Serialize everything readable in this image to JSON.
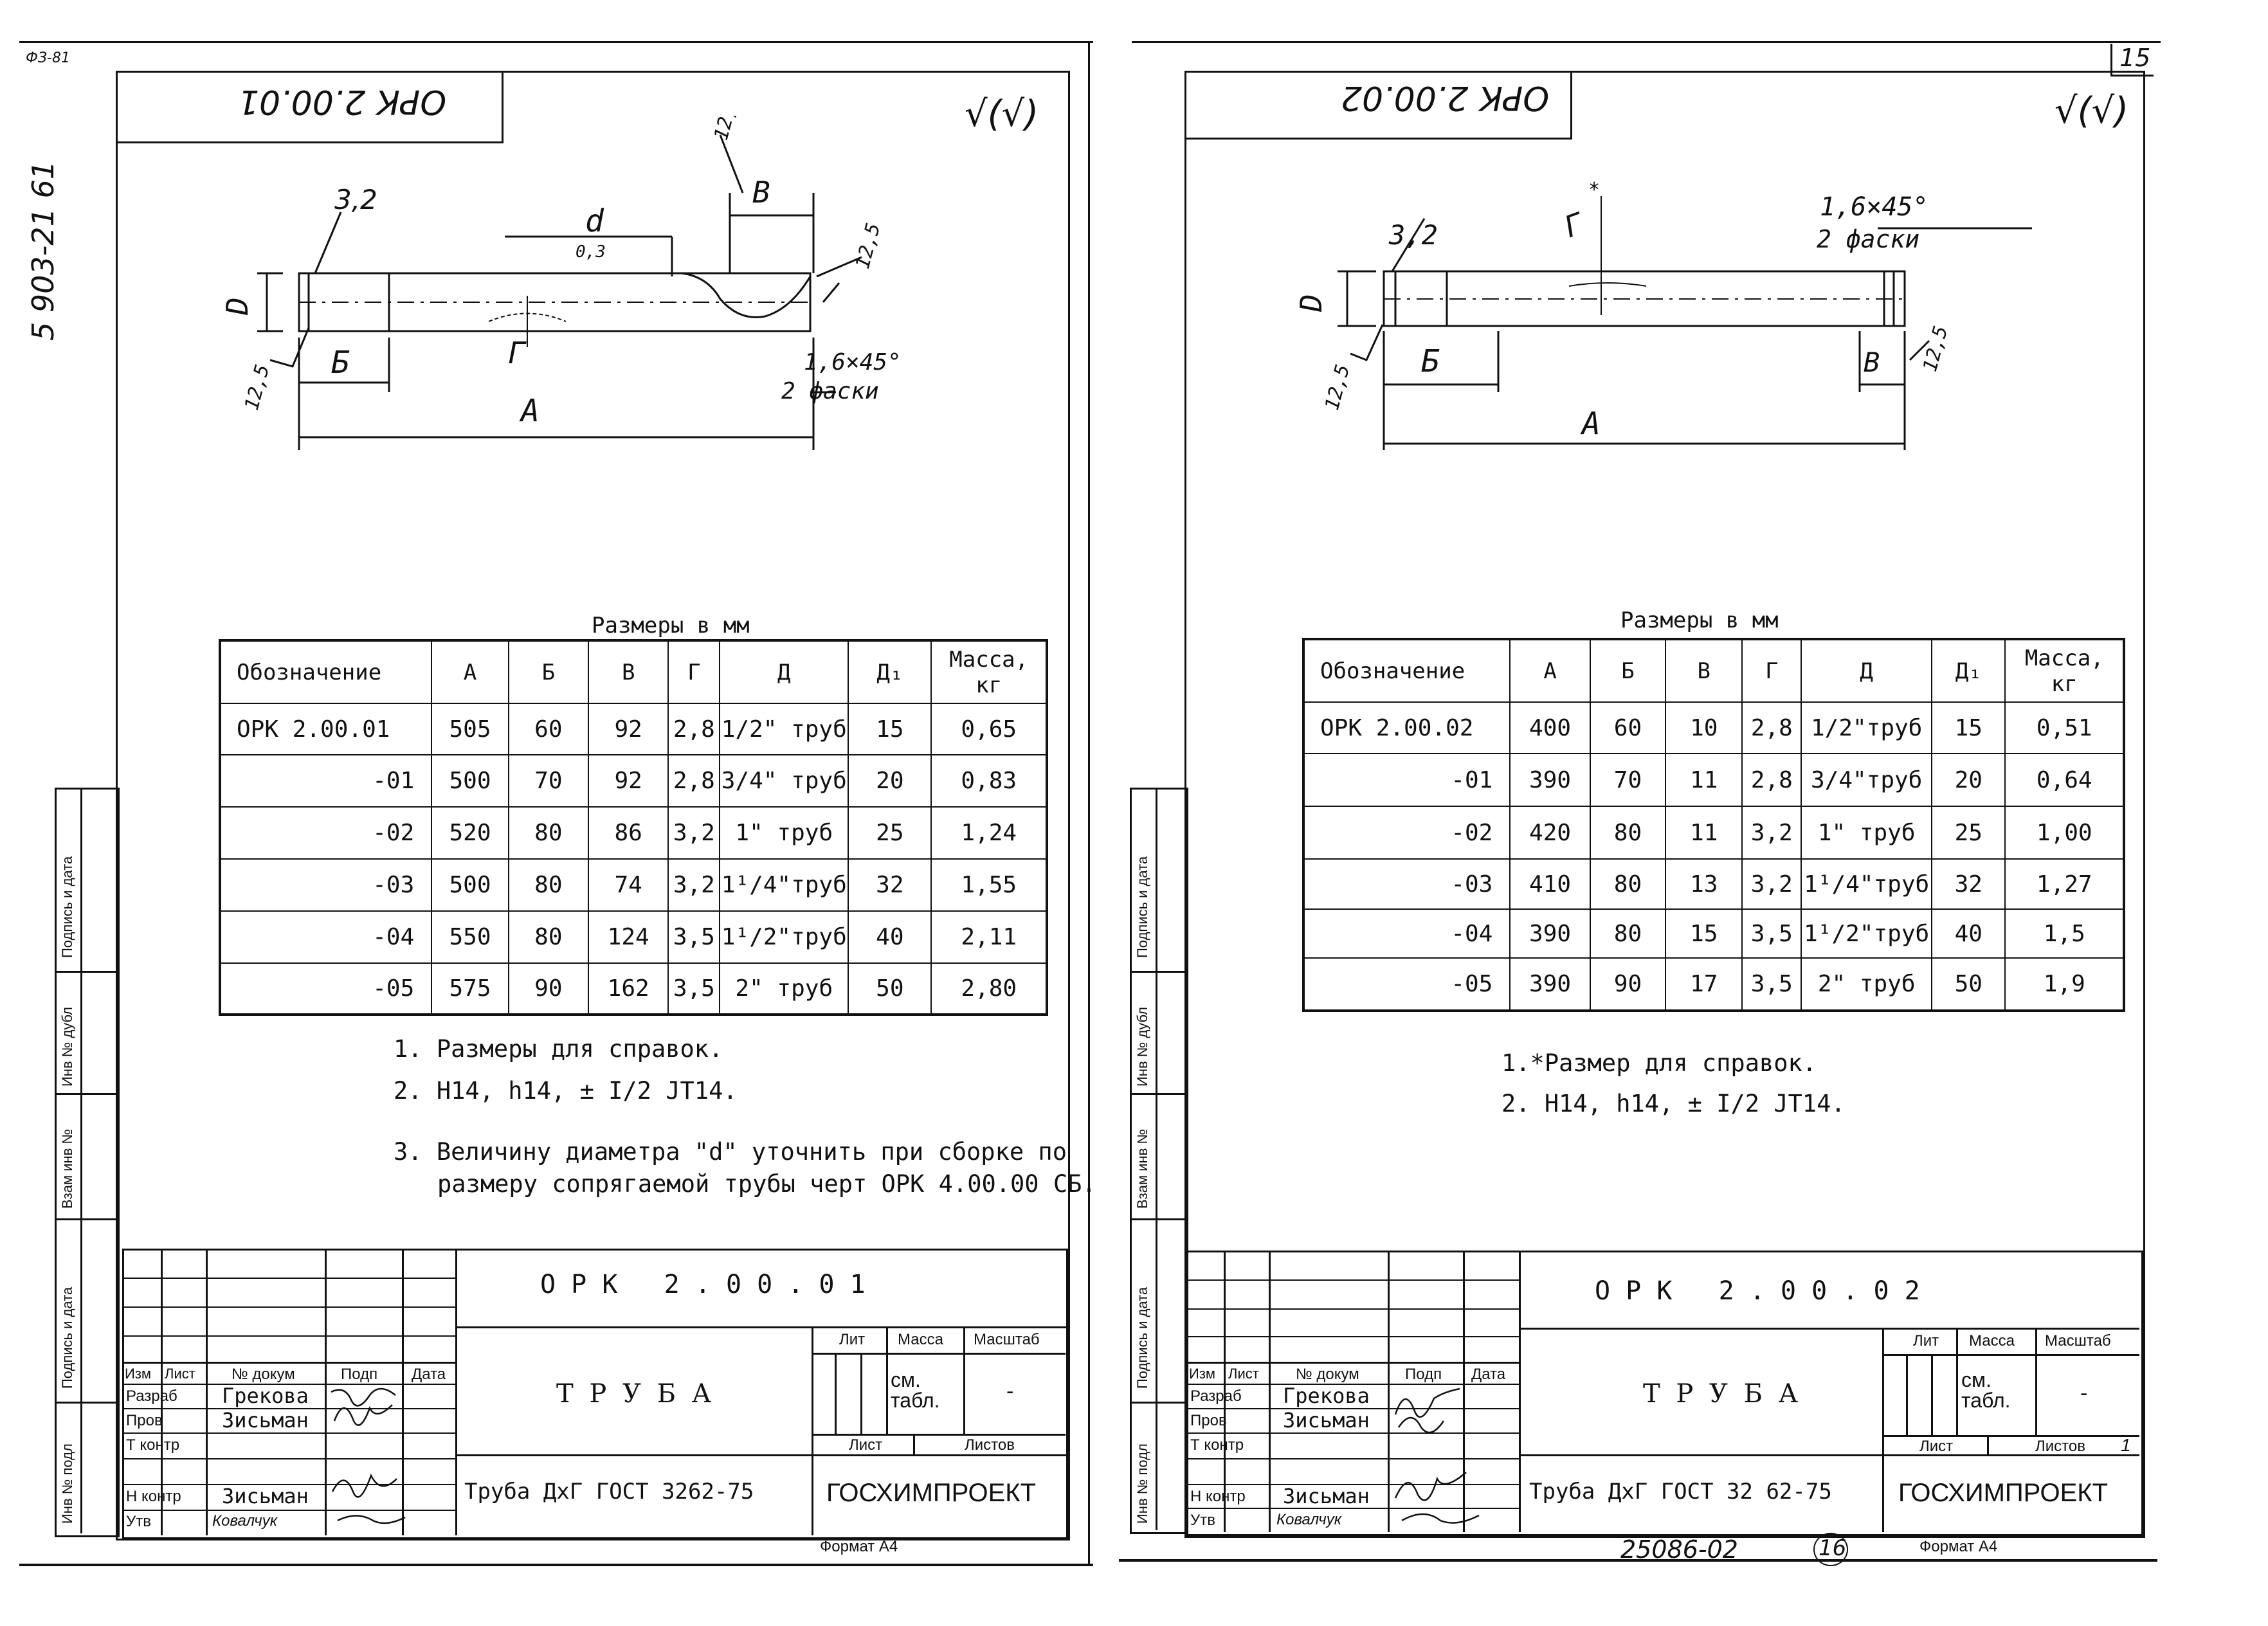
{
  "margin_left": {
    "code": "ФЗ-81",
    "series": "5 903-21 61"
  },
  "sheet_number": "15",
  "bottom_stamp": "25086-02",
  "bottom_stamp_circled": "16",
  "stamp_labels": [
    "Инв № подл",
    "Подпись и дата",
    "Взам инв №",
    "Инв № дубл",
    "Подпись и дата"
  ],
  "sheets": [
    {
      "upside_code": "ОРК 2.00.01",
      "roughness_mark": "√(√)",
      "drawing": {
        "r1": "3,2",
        "d": "d",
        "d_sub": "0,3",
        "b_upper": "В",
        "ra_top": "12,5",
        "ra_side": "12,5",
        "D": "D",
        "ra_left": "12,5",
        "b_lower": "Б",
        "g": "Г",
        "a": "А",
        "chamfer": "1,6×45°",
        "chamfer_note": "2 фаски"
      },
      "units": "Размеры в мм",
      "table": {
        "headers": [
          "Обозначение",
          "А",
          "Б",
          "В",
          "Г",
          "Д",
          "Д₁",
          "Масса, кг"
        ],
        "rows": [
          [
            "ОРК 2.00.01",
            "505",
            "60",
            "92",
            "2,8",
            "1/2\" труб",
            "15",
            "0,65"
          ],
          [
            "-01",
            "500",
            "70",
            "92",
            "2,8",
            "3/4\" труб",
            "20",
            "0,83"
          ],
          [
            "-02",
            "520",
            "80",
            "86",
            "3,2",
            "1\" труб",
            "25",
            "1,24"
          ],
          [
            "-03",
            "500",
            "80",
            "74",
            "3,2",
            "1¹/4\"труб",
            "32",
            "1,55"
          ],
          [
            "-04",
            "550",
            "80",
            "124",
            "3,5",
            "1¹/2\"труб",
            "40",
            "2,11"
          ],
          [
            "-05",
            "575",
            "90",
            "162",
            "3,5",
            "2\" труб",
            "50",
            "2,80"
          ]
        ]
      },
      "notes": [
        "1. Размеры для справок.",
        "2. Н14, h14, ± I/2 JT14.",
        "3. Величину диаметра \"d\" уточнить при сборке по",
        "размеру сопрягаемой трубы черт ОРК 4.00.00 СБ."
      ],
      "titleblock": {
        "code": "О Р К   2 . 0 0 . 0 1",
        "name": "Т Р У Б А",
        "material": "Труба ДхГ ГОСТ 3262-75",
        "org": "ГОСХИМПРОЕКТ",
        "col_izm": "Изм",
        "col_list": "Лист",
        "col_dok": "№ докум",
        "col_podp": "Подп",
        "col_data": "Дата",
        "roles": [
          "Разраб",
          "Пров",
          "Т контр",
          "",
          "Н контр",
          "Утв"
        ],
        "names": [
          "Грекова",
          "Зисьман",
          "",
          "",
          "Зисьман",
          "Ковалчук"
        ],
        "lit": "Лит",
        "massa": "Масса",
        "masshtab": "Масштаб",
        "massa_value": "см. табл.",
        "masshtab_value": "-",
        "sheet": "Лист",
        "sheets": "Листов",
        "format": "Формат А4"
      }
    },
    {
      "upside_code": "ОРК 2.00.02",
      "roughness_mark": "√(√)",
      "drawing": {
        "r1": "3,2",
        "g": "Г",
        "star": "*",
        "chamfer": "1,6×45°",
        "chamfer_note": "2 фаски",
        "D": "D",
        "ra_left": "12,5",
        "b_lower": "Б",
        "b_right": "В",
        "ra_right": "12,5",
        "a": "А"
      },
      "units": "Размеры в мм",
      "table": {
        "headers": [
          "Обозначение",
          "А",
          "Б",
          "В",
          "Г",
          "Д",
          "Д₁",
          "Масса, кг"
        ],
        "rows": [
          [
            "ОРК 2.00.02",
            "400",
            "60",
            "10",
            "2,8",
            "1/2\"труб",
            "15",
            "0,51"
          ],
          [
            "-01",
            "390",
            "70",
            "11",
            "2,8",
            "3/4\"труб",
            "20",
            "0,64"
          ],
          [
            "-02",
            "420",
            "80",
            "11",
            "3,2",
            "1\" труб",
            "25",
            "1,00"
          ],
          [
            "-03",
            "410",
            "80",
            "13",
            "3,2",
            "1¹/4\"труб",
            "32",
            "1,27"
          ],
          [
            "-04",
            "390",
            "80",
            "15",
            "3,5",
            "1¹/2\"труб",
            "40",
            "1,5"
          ],
          [
            "-05",
            "390",
            "90",
            "17",
            "3,5",
            "2\" труб",
            "50",
            "1,9"
          ]
        ]
      },
      "notes": [
        "1.*Размер для справок.",
        "2. Н14, h14, ± I/2 JT14."
      ],
      "titleblock": {
        "code": "О Р К   2 . 0 0 . 0 2",
        "name": "Т Р У Б А",
        "material": "Труба ДхГ ГОСТ 32 62-75",
        "org": "ГОСХИМПРОЕКТ",
        "col_izm": "Изм",
        "col_list": "Лист",
        "col_dok": "№ докум",
        "col_podp": "Подп",
        "col_data": "Дата",
        "roles": [
          "Разраб",
          "Пров",
          "Т контр",
          "",
          "Н контр",
          "Утв"
        ],
        "names": [
          "Грекова",
          "Зисьман",
          "",
          "",
          "Зисьман",
          "Ковалчук"
        ],
        "lit": "Лит",
        "massa": "Масса",
        "masshtab": "Масштаб",
        "massa_value": "см. табл.",
        "masshtab_value": "-",
        "sheet": "Лист",
        "sheets": "Листов",
        "sheets_value": "1",
        "format": "Формат А4"
      }
    }
  ]
}
